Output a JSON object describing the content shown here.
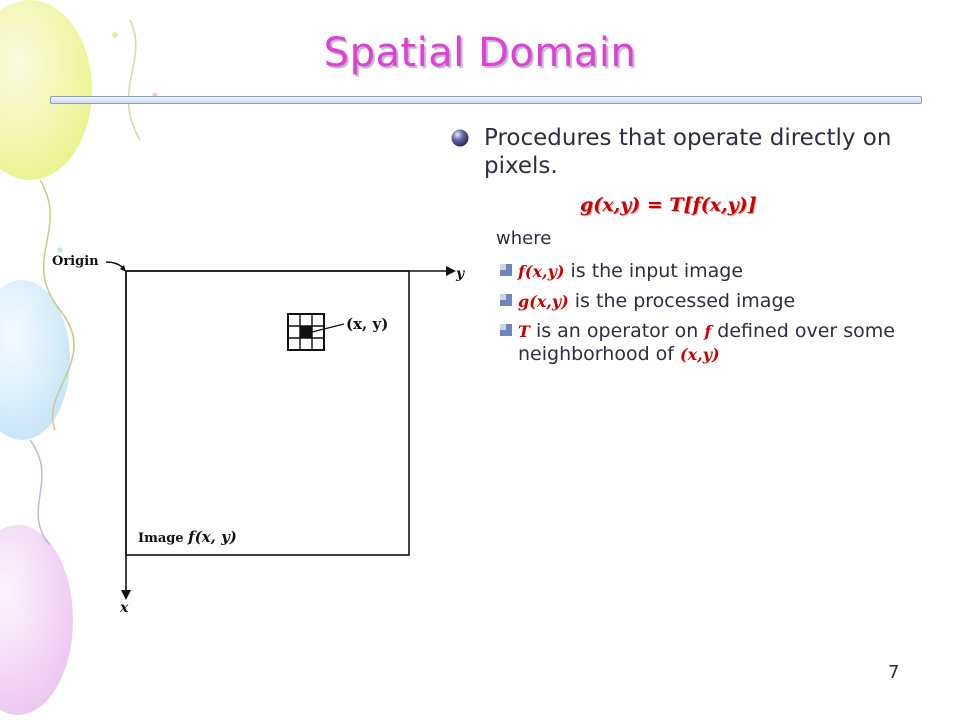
{
  "slide": {
    "title": "Spatial Domain",
    "page_number": "7"
  },
  "bullet": {
    "text": "Procedures that operate directly on pixels."
  },
  "formula": "g(x,y) = T[f(x,y)]",
  "where_label": "where",
  "sub_bullets": [
    {
      "var": "f(x,y)",
      "text": " is the input image"
    },
    {
      "var": "g(x,y)",
      "text": " is the processed image"
    },
    {
      "var": "T",
      "text_a": " is an operator on ",
      "var2": "f",
      "text_b": " defined over some neighborhood of ",
      "var3": "(x,y)"
    }
  ],
  "diagram": {
    "origin_label": "Origin",
    "y_axis_label": "y",
    "x_axis_label": "x",
    "point_label": "(x, y)",
    "image_label_text": "Image ",
    "image_label_func": "f(x, y)"
  },
  "colors": {
    "title": "#e040d8",
    "formula": "#c80000",
    "text": "#2e2e42"
  }
}
